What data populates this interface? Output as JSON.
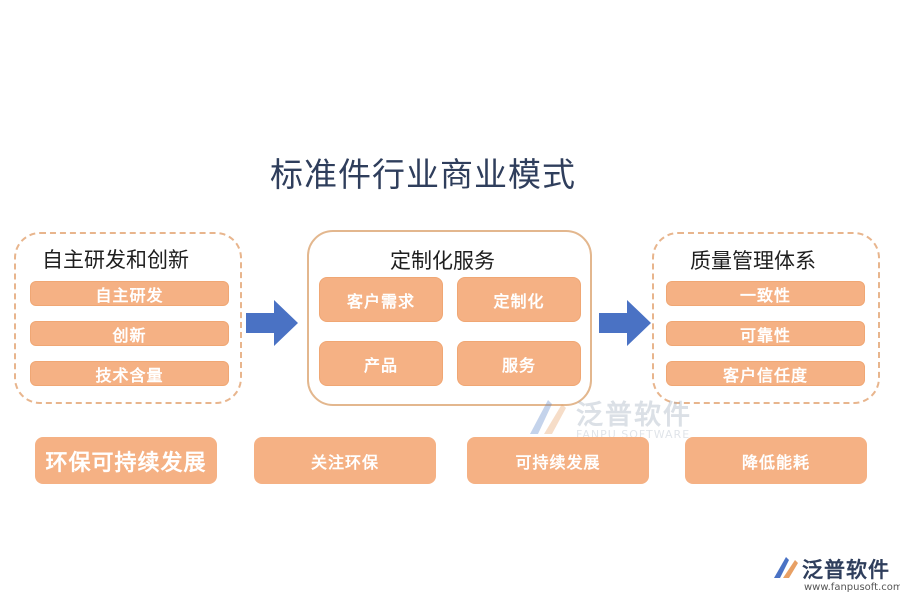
{
  "title": "标准件行业商业模式",
  "groups": {
    "rd": {
      "title": "自主研发和创新",
      "items": [
        "自主研发",
        "创新",
        "技术含量"
      ]
    },
    "service": {
      "title": "定制化服务",
      "items": [
        "客户需求",
        "定制化",
        "产品",
        "服务"
      ]
    },
    "quality": {
      "title": "质量管理体系",
      "items": [
        "一致性",
        "可靠性",
        "客户信任度"
      ]
    }
  },
  "bottom": {
    "main": "环保可持续发展",
    "items": [
      "关注环保",
      "可持续发展",
      "降低能耗"
    ]
  },
  "watermark": {
    "name": "泛普软件",
    "name_en": "FANPU SOFTWARE"
  },
  "brand": {
    "name": "泛普软件",
    "url": "www.fanpusoft.com"
  },
  "colors": {
    "pill": "#f5b184",
    "border": "#e8b58d",
    "arrow": "#4a72c4",
    "title": "#2f3e5c"
  },
  "icons": [
    "right-arrow-icon",
    "fanpu-logo-icon"
  ]
}
